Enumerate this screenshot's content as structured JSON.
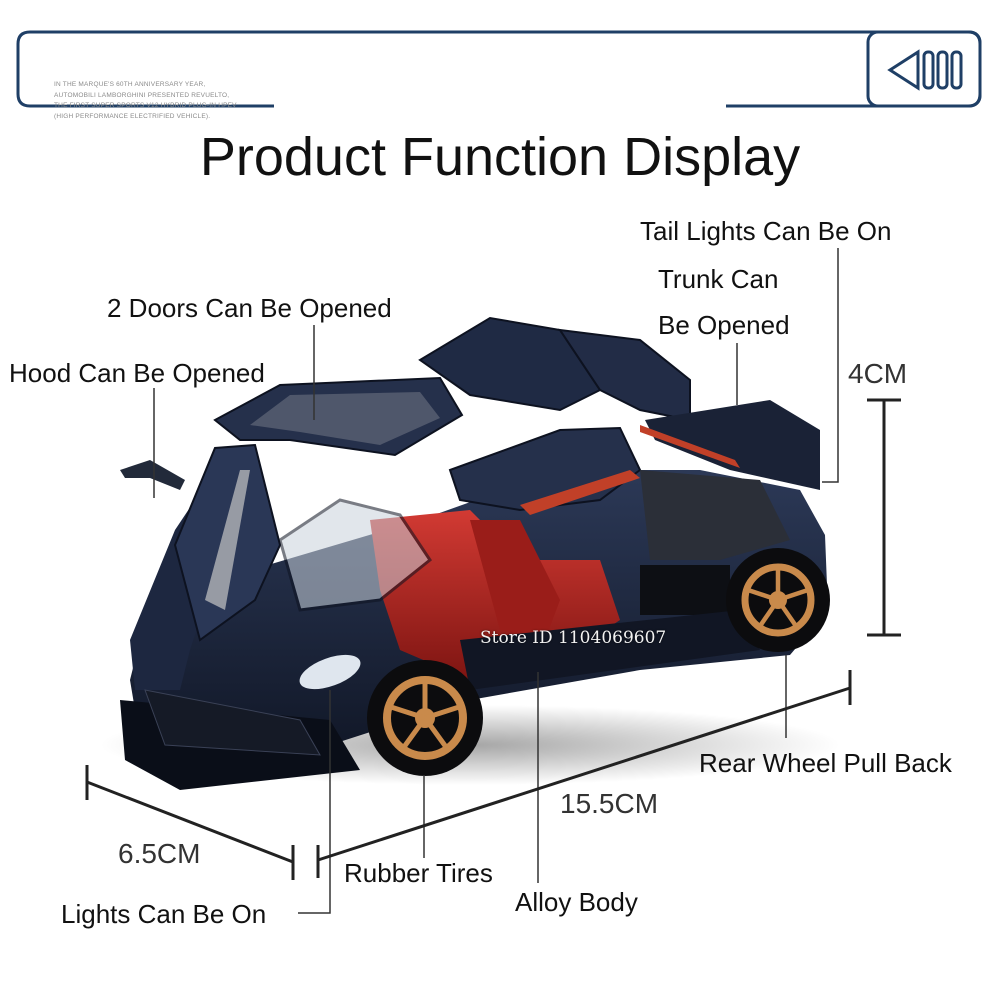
{
  "banner": {
    "lines": [
      "IN THE MARQUE'S 60TH ANNIVERSARY YEAR,",
      "AUTOMOBILI LAMBORGHINI PRESENTED REVUELTO,",
      "THE FIRST SUPER SPORTS V12 HYBRID PLUG-IN HPEV",
      "(HIGH PERFORMANCE ELECTRIFIED VEHICLE)."
    ],
    "frame_color": "#1f3f66"
  },
  "title": "Product Function Display",
  "labels": {
    "tail_lights": "Tail Lights Can Be On",
    "trunk_line1": "Trunk Can",
    "trunk_line2": "Be Opened",
    "doors": "2 Doors Can Be Opened",
    "hood": "Hood Can Be Opened",
    "rear_wheel": "Rear Wheel Pull Back",
    "rubber_tires": "Rubber Tires",
    "alloy_body": "Alloy Body",
    "lights": "Lights Can Be On"
  },
  "dimensions": {
    "height": "4CM",
    "length": "15.5CM",
    "width": "6.5CM"
  },
  "watermark": "Store ID 1104069607",
  "car": {
    "body_color": "#1b2438",
    "interior_color": "#b3231f",
    "wheel_color": "#c98a4b"
  }
}
